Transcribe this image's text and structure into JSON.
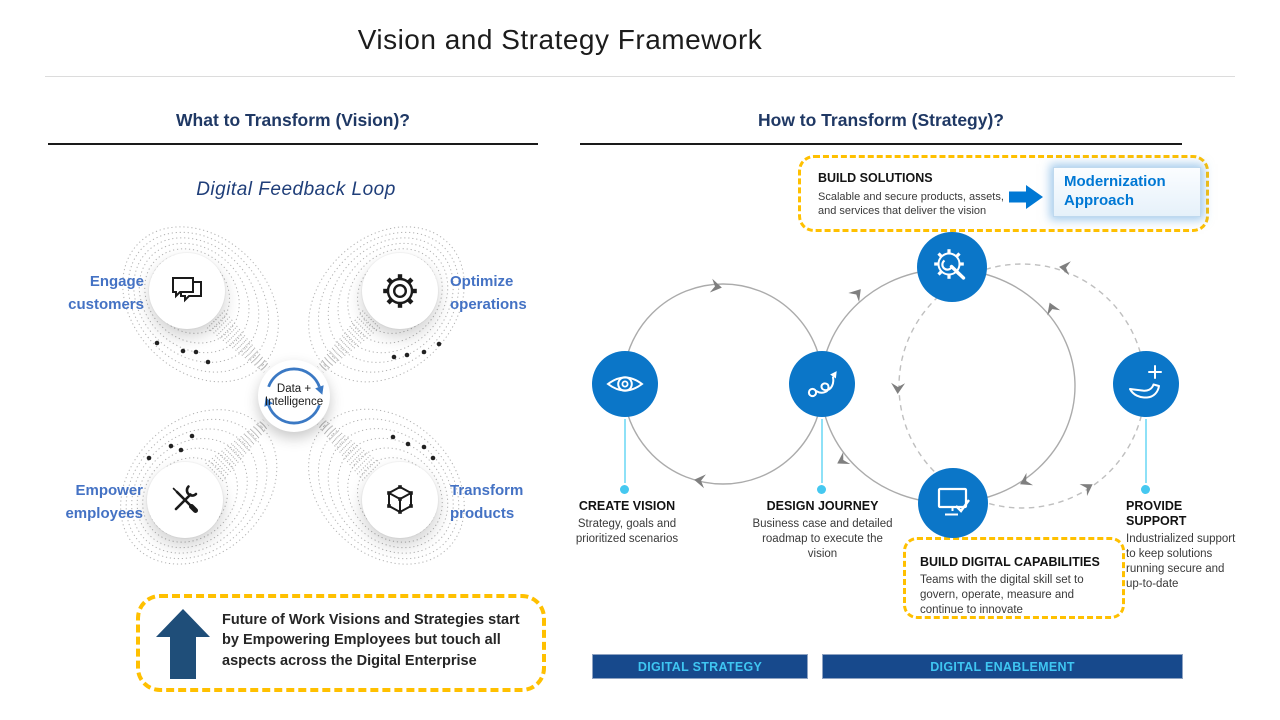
{
  "title": "Vision and Strategy Framework",
  "left": {
    "header": "What to Transform (Vision)?",
    "loop_title": "Digital Feedback Loop",
    "nodes": [
      {
        "label": "Engage customers",
        "icon": "chat-icon"
      },
      {
        "label": "Optimize operations",
        "icon": "gear-icon"
      },
      {
        "label": "Empower employees",
        "icon": "tools-icon"
      },
      {
        "label": "Transform products",
        "icon": "cube-icon"
      }
    ],
    "hub": {
      "line1": "Data +",
      "line2": "Intelligence",
      "icon": "cycle-arrows-icon"
    },
    "callout": {
      "text": "Future of Work Visions and Strategies start by Empowering Employees but touch all aspects across the Digital Enterprise",
      "icon": "up-arrow"
    }
  },
  "right": {
    "header": "How to Transform (Strategy)?",
    "build_solutions": {
      "title": "BUILD SOLUTIONS",
      "desc": "Scalable and secure products, assets, and services that deliver the vision",
      "approach_label": "Modernization Approach",
      "icon": "gear-wrench-icon"
    },
    "steps": [
      {
        "title": "CREATE VISION",
        "desc": "Strategy, goals and prioritized scenarios",
        "icon": "eye-icon"
      },
      {
        "title": "DESIGN JOURNEY",
        "desc": "Business case and detailed roadmap to execute the vision",
        "icon": "journey-path-icon"
      },
      {
        "title": "BUILD DIGITAL CAPABILITIES",
        "desc": "Teams with the digital skill set to govern, operate, measure and continue to innovate",
        "icon": "monitor-check-icon"
      },
      {
        "title": "PROVIDE SUPPORT",
        "desc": "Industrialized support to keep solutions running secure and up-to-date",
        "icon": "hand-plus-icon"
      }
    ],
    "bars": [
      {
        "label": "DIGITAL STRATEGY"
      },
      {
        "label": "DIGITAL ENABLEMENT"
      }
    ]
  },
  "colors": {
    "accent_blue": "#0B76C8",
    "link_blue": "#0078D4",
    "navy_header": "#1F3864",
    "label_blue": "#4472C4",
    "gold_dashed": "#FFC000",
    "arrow_navy": "#1F4E79",
    "bar_fill": "#17498C",
    "bar_text": "#3FC6F2",
    "connector_cyan": "#8EE1F7"
  }
}
